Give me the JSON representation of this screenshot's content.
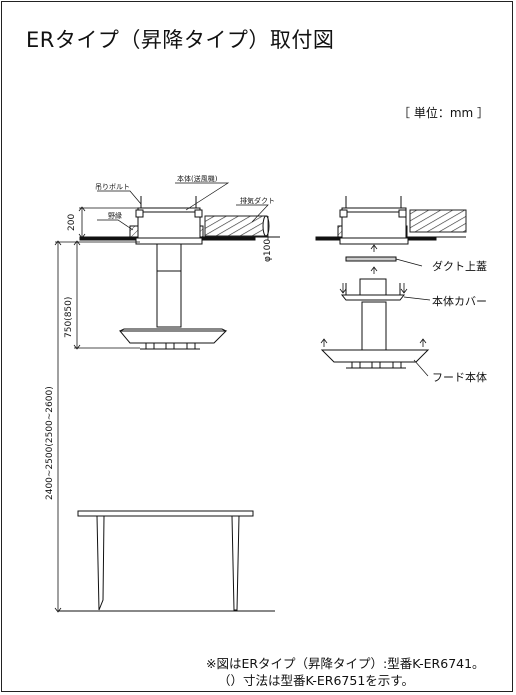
{
  "title": "ERタイプ（昇降タイプ）取付図",
  "unit": "［ 単位：mm ］",
  "labels": {
    "hanging_bolt": "吊りボルト",
    "body_fan": "本体(送風機)",
    "exhaust_duct": "排気ダクト",
    "ceiling_edge": "野縁",
    "duct_diameter": "φ100",
    "duct_cap": "ダクト上蓋",
    "body_cover": "本体カバー",
    "hood_body": "フード本体"
  },
  "dimensions": {
    "body_height": "200",
    "hood_drop": "750(850)",
    "total_height": "2400~2500(2500~2600)"
  },
  "notes": {
    "line1": "※図はERタイプ（昇降タイプ）:型番K-ER6741。",
    "line2": "（）寸法は型番K-ER6751を示す。"
  }
}
